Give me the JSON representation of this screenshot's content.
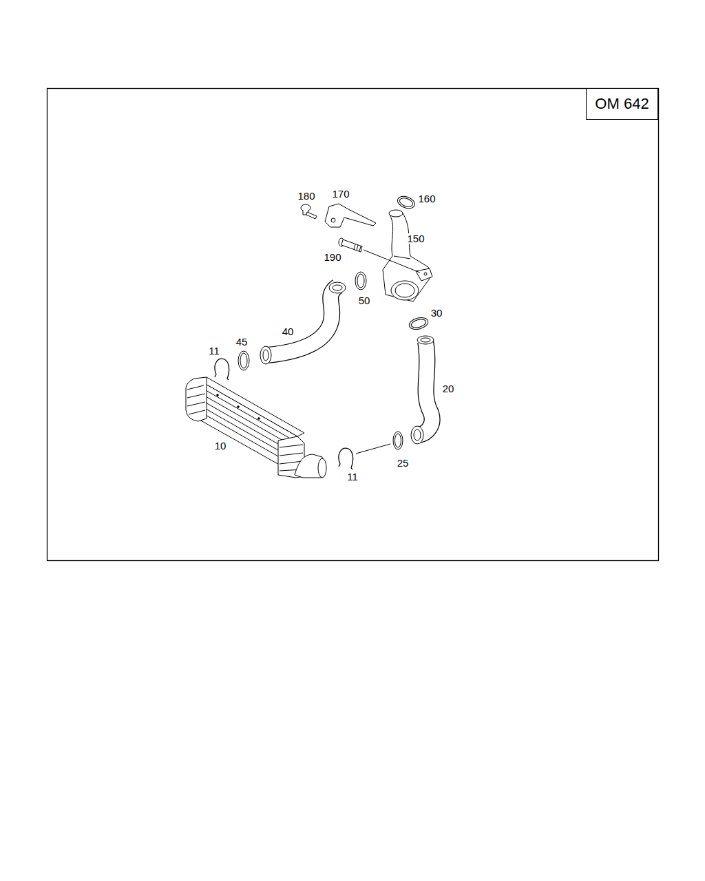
{
  "diagram": {
    "nodes": [
      {
        "text": [
          "OM 642"
        ]
      }
    ],
    "labels": [
      "180",
      "170",
      "160",
      "150",
      "190",
      "50",
      "30",
      "40",
      "45",
      "11",
      "20",
      "10",
      "25",
      "11"
    ]
  }
}
